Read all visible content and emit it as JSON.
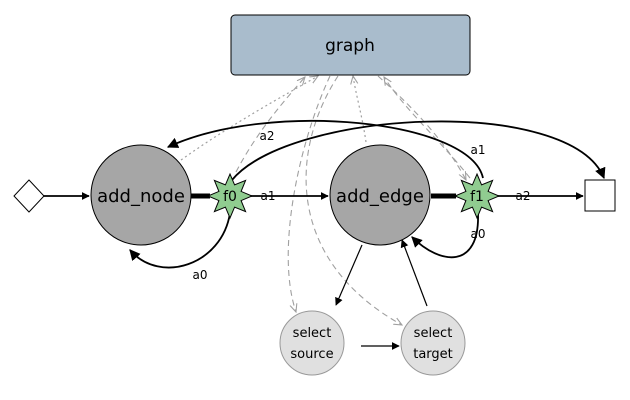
{
  "graph_node": {
    "label": "graph",
    "fill": "#a9bccc"
  },
  "nodes": {
    "add_node": {
      "label": "add_node",
      "fill": "#a6a6a6"
    },
    "add_edge": {
      "label": "add_edge",
      "fill": "#a6a6a6"
    },
    "select_source": {
      "label_line1": "select",
      "label_line2": "source",
      "fill": "#e0e0e0"
    },
    "select_target": {
      "label_line1": "select",
      "label_line2": "target",
      "fill": "#e0e0e0"
    }
  },
  "forks": {
    "f0": {
      "label": "f0",
      "fill": "#90cc90"
    },
    "f1": {
      "label": "f1",
      "fill": "#90cc90"
    }
  },
  "edge_labels": {
    "f0_a0": "a0",
    "f0_a1": "a1",
    "f0_a2": "a2",
    "f1_a0": "a0",
    "f1_a1": "a1",
    "f1_a2": "a2"
  },
  "colors": {
    "edge": "#000000",
    "dashed": "#a0a0a0",
    "dotted": "#a0a0a0"
  }
}
